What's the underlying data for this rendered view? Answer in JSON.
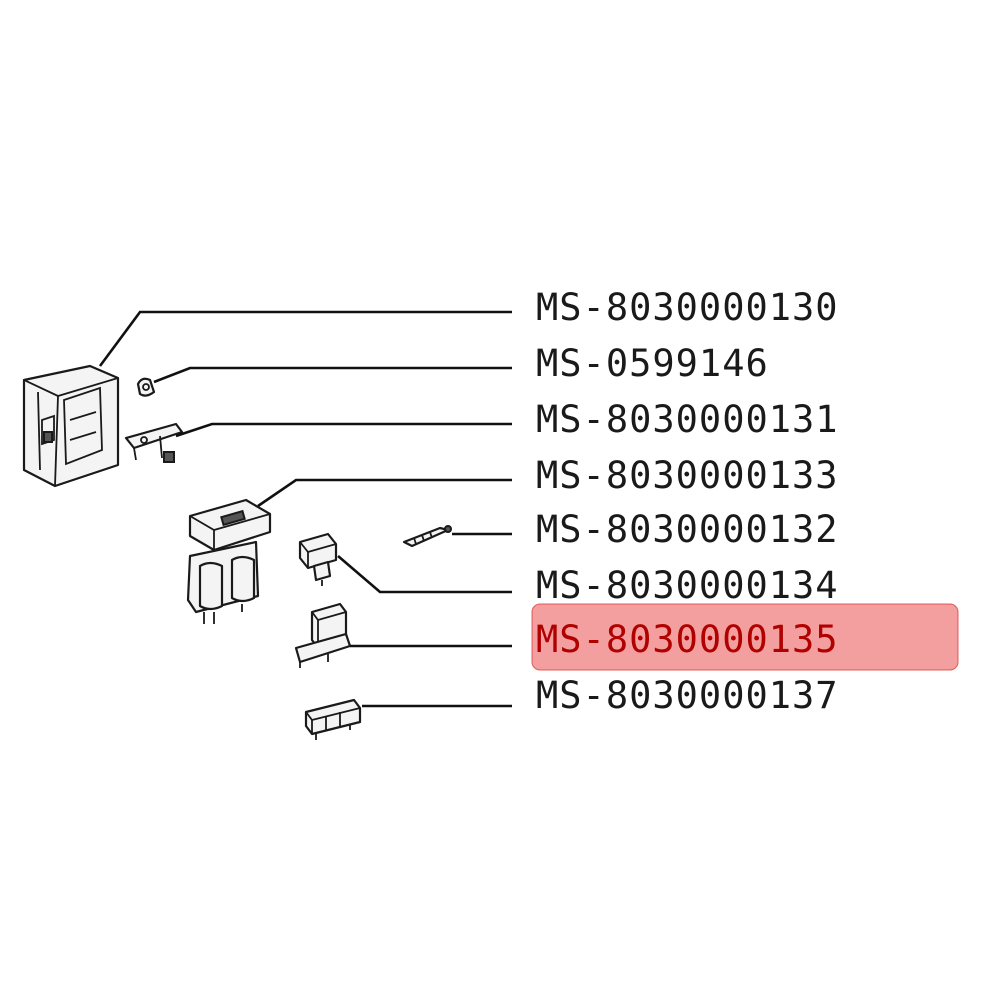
{
  "parts": [
    {
      "id": "p1",
      "code": "MS-8030000130",
      "icon": "housing-frame"
    },
    {
      "id": "p2",
      "code": "MS-0599146",
      "icon": "clip"
    },
    {
      "id": "p3",
      "code": "MS-8030000131",
      "icon": "bracket"
    },
    {
      "id": "p4",
      "code": "MS-8030000133",
      "icon": "button-switch-block"
    },
    {
      "id": "p5",
      "code": "MS-8030000132",
      "icon": "spring-pin"
    },
    {
      "id": "p6",
      "code": "MS-8030000134",
      "icon": "small-switch"
    },
    {
      "id": "p7",
      "code": "MS-8030000135",
      "icon": "lever-switch",
      "selected": true
    },
    {
      "id": "p8",
      "code": "MS-8030000137",
      "icon": "connector-block"
    }
  ],
  "colors": {
    "highlight": "#eb5050",
    "line": "#111111",
    "text": "#1a1a1a"
  }
}
